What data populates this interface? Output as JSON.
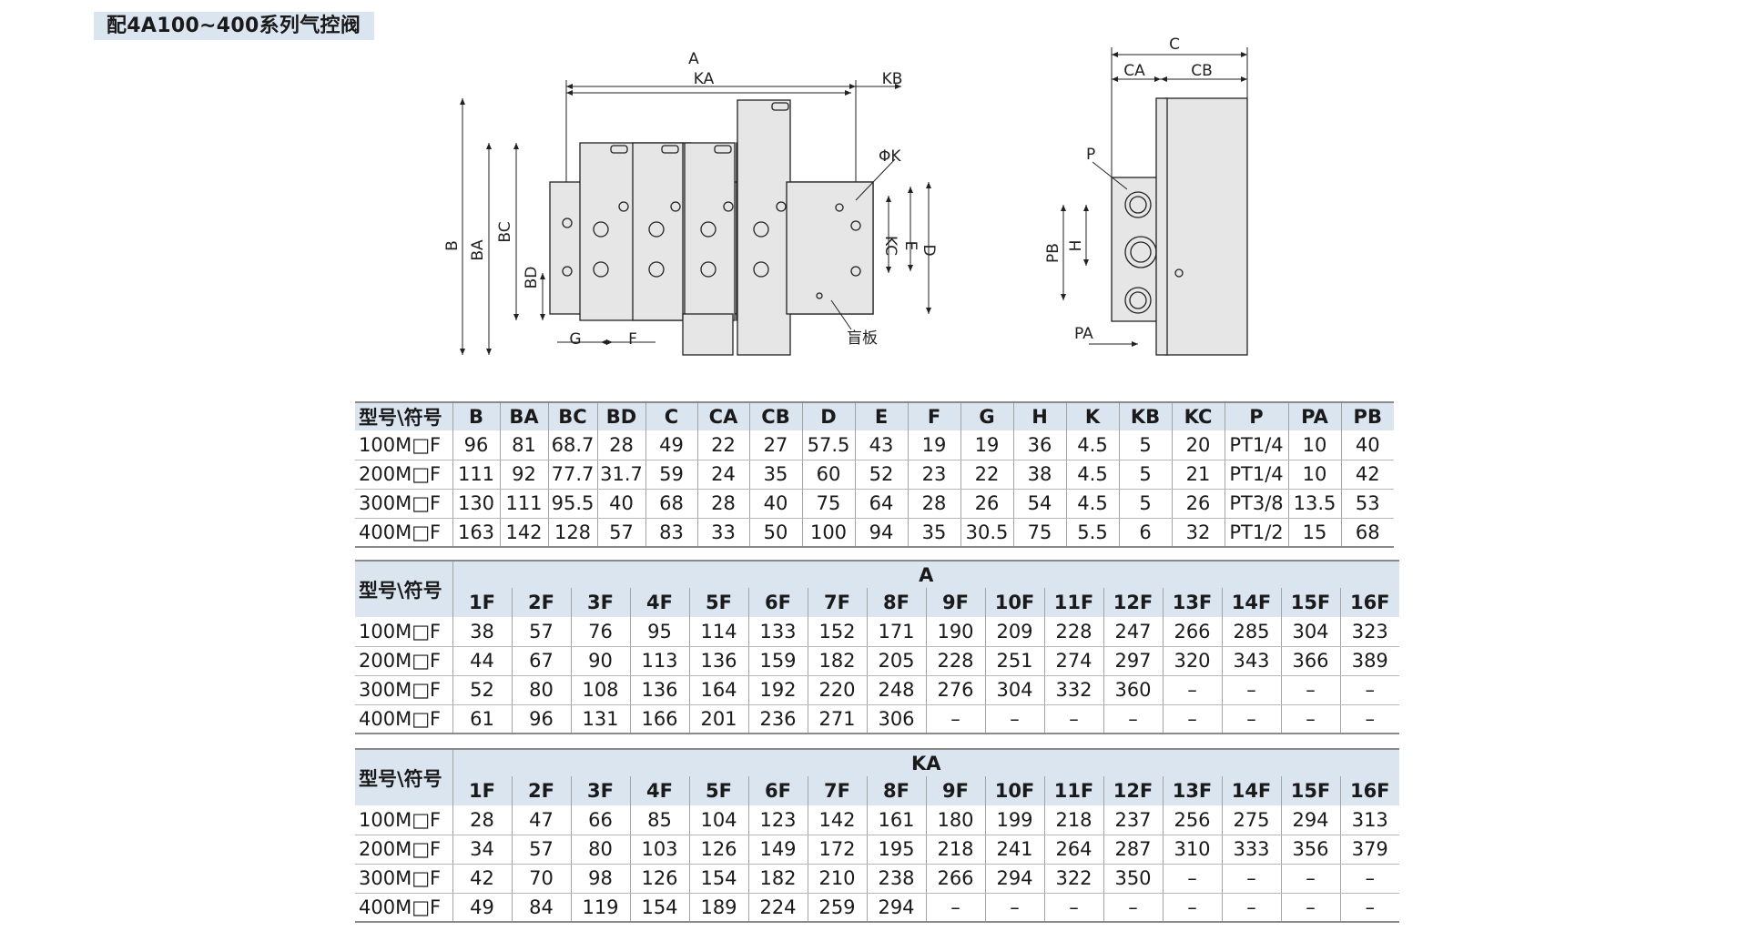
{
  "title": "配4A100~400系列气控阀",
  "drawing_labels": {
    "front": {
      "A": "A",
      "KA": "KA",
      "KB": "KB",
      "PhiK": "ΦK",
      "B": "B",
      "BA": "BA",
      "BC": "BC",
      "BD": "BD",
      "KC": "KC",
      "E": "E",
      "D": "D",
      "G": "G",
      "F": "F",
      "blank_plate": "盲板"
    },
    "side": {
      "C": "C",
      "CA": "CA",
      "CB": "CB",
      "P": "P",
      "PB": "PB",
      "H": "H",
      "PA": "PA"
    }
  },
  "table1": {
    "headers": [
      "型号\\符号",
      "B",
      "BA",
      "BC",
      "BD",
      "C",
      "CA",
      "CB",
      "D",
      "E",
      "F",
      "G",
      "H",
      "K",
      "KB",
      "KC",
      "P",
      "PA",
      "PB"
    ],
    "rows": [
      [
        "100M□F",
        "96",
        "81",
        "68.7",
        "28",
        "49",
        "22",
        "27",
        "57.5",
        "43",
        "19",
        "19",
        "36",
        "4.5",
        "5",
        "20",
        "PT1/4",
        "10",
        "40"
      ],
      [
        "200M□F",
        "111",
        "92",
        "77.7",
        "31.7",
        "59",
        "24",
        "35",
        "60",
        "52",
        "23",
        "22",
        "38",
        "4.5",
        "5",
        "21",
        "PT1/4",
        "10",
        "42"
      ],
      [
        "300M□F",
        "130",
        "111",
        "95.5",
        "40",
        "68",
        "28",
        "40",
        "75",
        "64",
        "28",
        "26",
        "54",
        "4.5",
        "5",
        "26",
        "PT3/8",
        "13.5",
        "53"
      ],
      [
        "400M□F",
        "163",
        "142",
        "128",
        "57",
        "83",
        "33",
        "50",
        "100",
        "94",
        "35",
        "30.5",
        "75",
        "5.5",
        "6",
        "32",
        "PT1/2",
        "15",
        "68"
      ]
    ]
  },
  "table2": {
    "corner": "型号\\符号",
    "group": "A",
    "headers": [
      "1F",
      "2F",
      "3F",
      "4F",
      "5F",
      "6F",
      "7F",
      "8F",
      "9F",
      "10F",
      "11F",
      "12F",
      "13F",
      "14F",
      "15F",
      "16F"
    ],
    "rows": [
      [
        "100M□F",
        "38",
        "57",
        "76",
        "95",
        "114",
        "133",
        "152",
        "171",
        "190",
        "209",
        "228",
        "247",
        "266",
        "285",
        "304",
        "323"
      ],
      [
        "200M□F",
        "44",
        "67",
        "90",
        "113",
        "136",
        "159",
        "182",
        "205",
        "228",
        "251",
        "274",
        "297",
        "320",
        "343",
        "366",
        "389"
      ],
      [
        "300M□F",
        "52",
        "80",
        "108",
        "136",
        "164",
        "192",
        "220",
        "248",
        "276",
        "304",
        "332",
        "360",
        "–",
        "–",
        "–",
        "–"
      ],
      [
        "400M□F",
        "61",
        "96",
        "131",
        "166",
        "201",
        "236",
        "271",
        "306",
        "–",
        "–",
        "–",
        "–",
        "–",
        "–",
        "–",
        "–"
      ]
    ]
  },
  "table3": {
    "corner": "型号\\符号",
    "group": "KA",
    "headers": [
      "1F",
      "2F",
      "3F",
      "4F",
      "5F",
      "6F",
      "7F",
      "8F",
      "9F",
      "10F",
      "11F",
      "12F",
      "13F",
      "14F",
      "15F",
      "16F"
    ],
    "rows": [
      [
        "100M□F",
        "28",
        "47",
        "66",
        "85",
        "104",
        "123",
        "142",
        "161",
        "180",
        "199",
        "218",
        "237",
        "256",
        "275",
        "294",
        "313"
      ],
      [
        "200M□F",
        "34",
        "57",
        "80",
        "103",
        "126",
        "149",
        "172",
        "195",
        "218",
        "241",
        "264",
        "287",
        "310",
        "333",
        "356",
        "379"
      ],
      [
        "300M□F",
        "42",
        "70",
        "98",
        "126",
        "154",
        "182",
        "210",
        "238",
        "266",
        "294",
        "322",
        "350",
        "–",
        "–",
        "–",
        "–"
      ],
      [
        "400M□F",
        "49",
        "84",
        "119",
        "154",
        "189",
        "224",
        "259",
        "294",
        "–",
        "–",
        "–",
        "–",
        "–",
        "–",
        "–",
        "–"
      ]
    ]
  }
}
